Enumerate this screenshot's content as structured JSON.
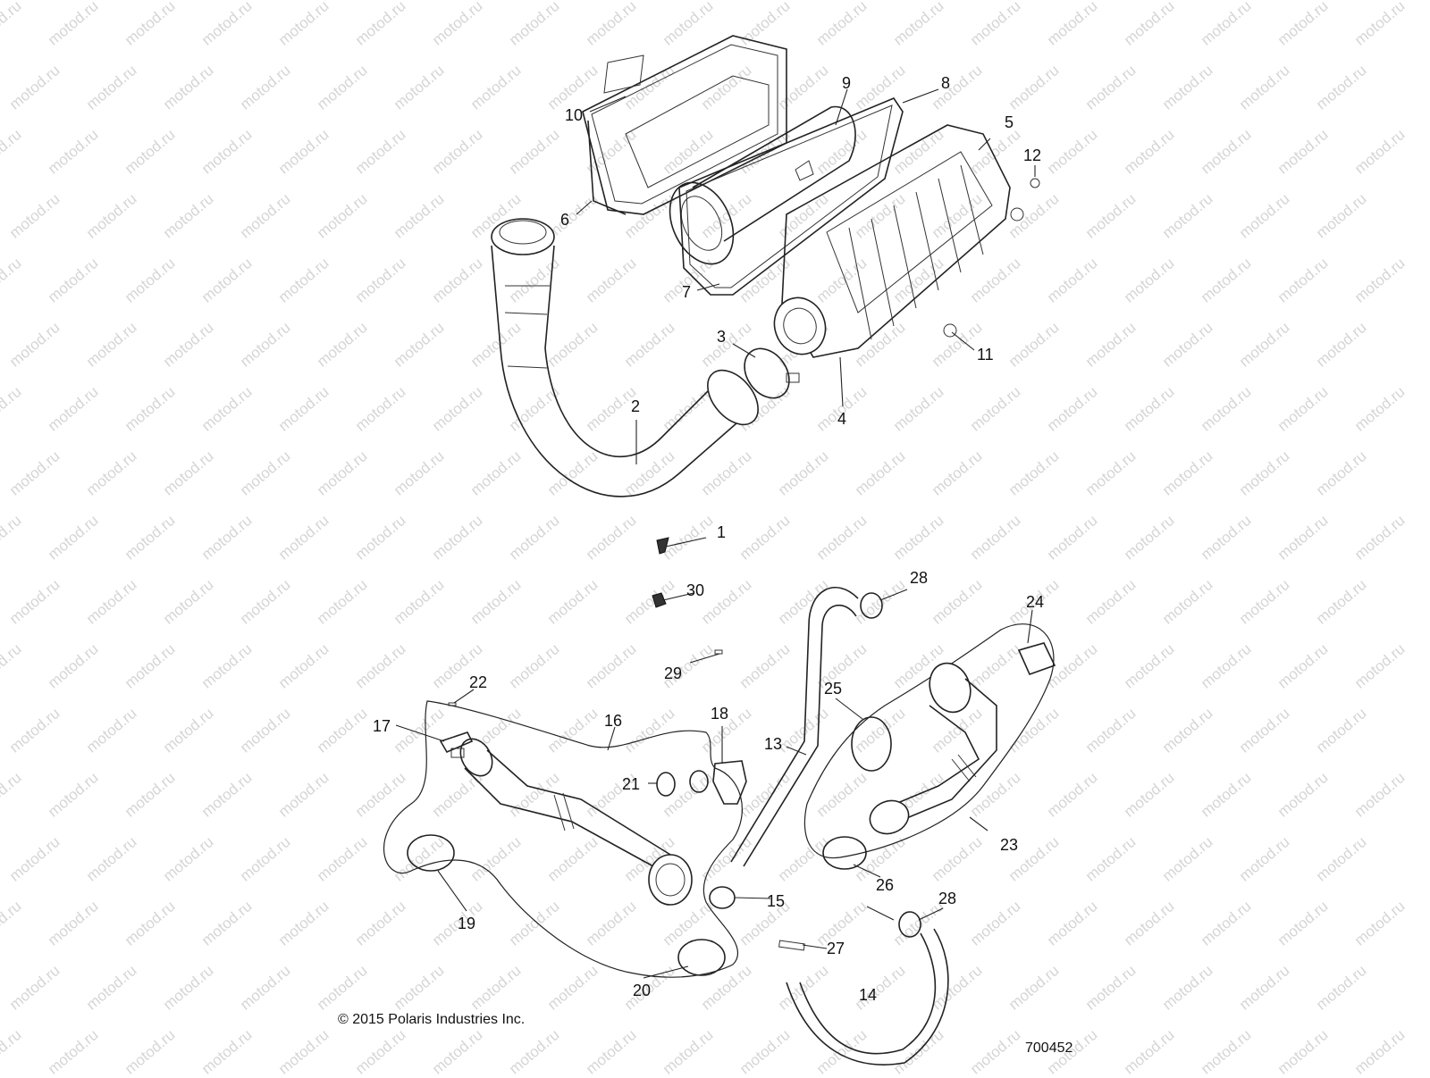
{
  "watermark": "motod.ru",
  "copyright": "© 2015 Polaris Industries Inc.",
  "diagram_number": "700452",
  "callouts": [
    {
      "id": "1",
      "text": "1"
    },
    {
      "id": "2",
      "text": "2"
    },
    {
      "id": "3",
      "text": "3"
    },
    {
      "id": "4",
      "text": "4"
    },
    {
      "id": "5",
      "text": "5"
    },
    {
      "id": "6",
      "text": "6"
    },
    {
      "id": "7",
      "text": "7"
    },
    {
      "id": "8",
      "text": "8"
    },
    {
      "id": "9",
      "text": "9"
    },
    {
      "id": "10",
      "text": "10"
    },
    {
      "id": "11",
      "text": "11"
    },
    {
      "id": "12",
      "text": "12"
    },
    {
      "id": "13",
      "text": "13"
    },
    {
      "id": "14",
      "text": "14"
    },
    {
      "id": "15",
      "text": "15"
    },
    {
      "id": "16",
      "text": "16"
    },
    {
      "id": "17",
      "text": "17"
    },
    {
      "id": "18",
      "text": "18"
    },
    {
      "id": "19",
      "text": "19"
    },
    {
      "id": "20",
      "text": "20"
    },
    {
      "id": "21",
      "text": "21"
    },
    {
      "id": "22",
      "text": "22"
    },
    {
      "id": "23",
      "text": "23"
    },
    {
      "id": "24",
      "text": "24"
    },
    {
      "id": "25",
      "text": "25"
    },
    {
      "id": "26",
      "text": "26"
    },
    {
      "id": "27",
      "text": "27"
    },
    {
      "id": "28a",
      "text": "28"
    },
    {
      "id": "28b",
      "text": "28"
    },
    {
      "id": "29",
      "text": "29"
    },
    {
      "id": "30",
      "text": "30"
    }
  ]
}
